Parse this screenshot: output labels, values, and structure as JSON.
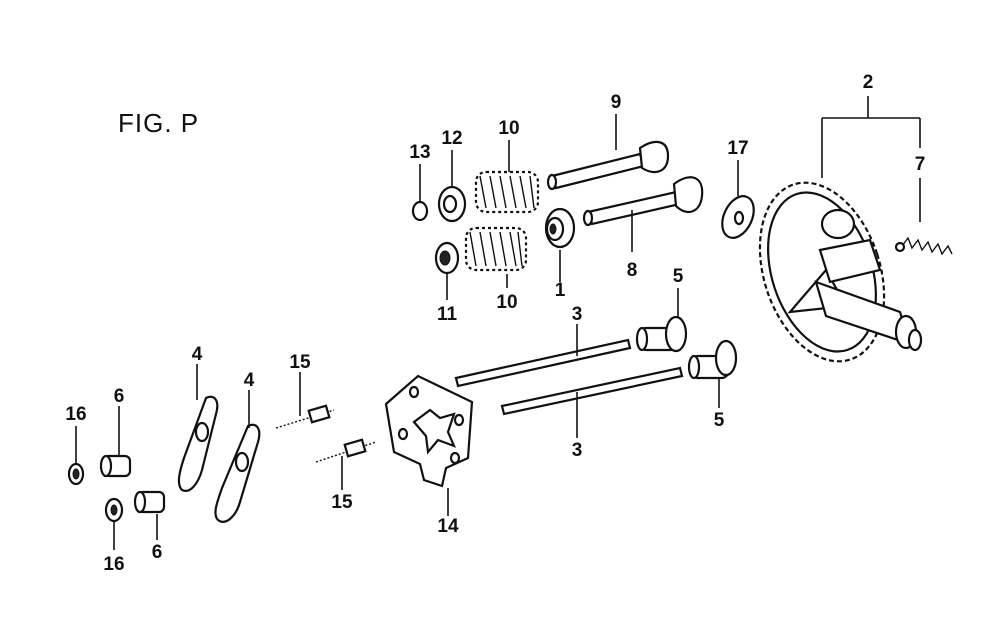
{
  "figure": {
    "title": "FIG. P"
  },
  "parts": [
    {
      "id": "1",
      "label": "1"
    },
    {
      "id": "2",
      "label": "2"
    },
    {
      "id": "3a",
      "label": "3"
    },
    {
      "id": "3b",
      "label": "3"
    },
    {
      "id": "4a",
      "label": "4"
    },
    {
      "id": "4b",
      "label": "4"
    },
    {
      "id": "5a",
      "label": "5"
    },
    {
      "id": "5b",
      "label": "5"
    },
    {
      "id": "6a",
      "label": "6"
    },
    {
      "id": "6b",
      "label": "6"
    },
    {
      "id": "7",
      "label": "7"
    },
    {
      "id": "8",
      "label": "8"
    },
    {
      "id": "9",
      "label": "9"
    },
    {
      "id": "10a",
      "label": "10"
    },
    {
      "id": "10b",
      "label": "10"
    },
    {
      "id": "11",
      "label": "11"
    },
    {
      "id": "12",
      "label": "12"
    },
    {
      "id": "13",
      "label": "13"
    },
    {
      "id": "14",
      "label": "14"
    },
    {
      "id": "15a",
      "label": "15"
    },
    {
      "id": "15b",
      "label": "15"
    },
    {
      "id": "16a",
      "label": "16"
    },
    {
      "id": "16b",
      "label": "16"
    },
    {
      "id": "17",
      "label": "17"
    }
  ]
}
